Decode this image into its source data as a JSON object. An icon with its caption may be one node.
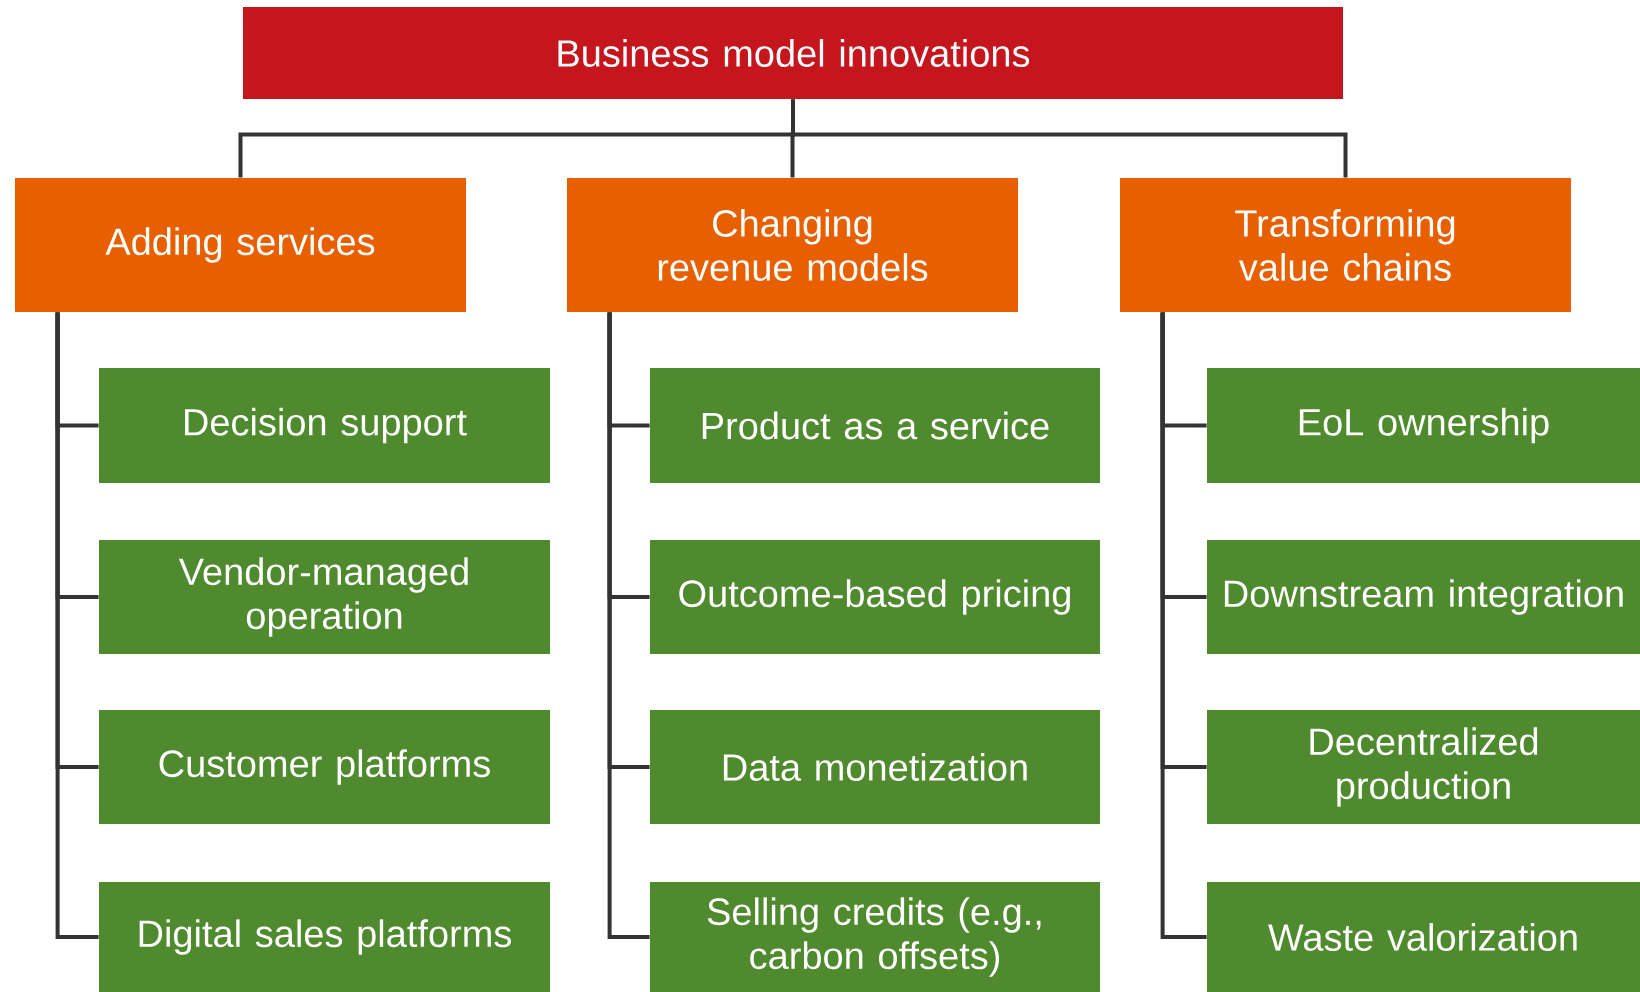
{
  "diagram": {
    "nodes": [
      {
        "text": [
          "Business model innovations"
        ]
      },
      {
        "text": [
          "Adding services"
        ]
      },
      {
        "text": [
          "Changing revenue models"
        ]
      },
      {
        "text": [
          "Transforming value chains"
        ]
      },
      {
        "text": [
          "Decision support"
        ]
      },
      {
        "text": [
          "Vendor-managed operation"
        ]
      },
      {
        "text": [
          "Customer platforms"
        ]
      },
      {
        "text": [
          "Digital sales platforms"
        ]
      },
      {
        "text": [
          "Product as a service"
        ]
      },
      {
        "text": [
          "Outcome-based pricing"
        ]
      },
      {
        "text": [
          "Data monetization"
        ]
      },
      {
        "text": [
          "Selling credits (e.g., carbon offsets)"
        ]
      },
      {
        "text": [
          "EoL ownership"
        ]
      },
      {
        "text": [
          "Downstream integration"
        ]
      },
      {
        "text": [
          "Decentralized production"
        ]
      },
      {
        "text": [
          "Waste valorization"
        ]
      }
    ],
    "edges": [
      {
        "from": 0,
        "to": 1,
        "arrow": "none"
      },
      {
        "from": 0,
        "to": 2,
        "arrow": "none"
      },
      {
        "from": 0,
        "to": 3,
        "arrow": "none"
      },
      {
        "from": 1,
        "to": 4,
        "arrow": "none"
      },
      {
        "from": 1,
        "to": 5,
        "arrow": "none"
      },
      {
        "from": 1,
        "to": 6,
        "arrow": "none"
      },
      {
        "from": 1,
        "to": 7,
        "arrow": "none"
      },
      {
        "from": 2,
        "to": 8,
        "arrow": "none"
      },
      {
        "from": 2,
        "to": 9,
        "arrow": "none"
      },
      {
        "from": 2,
        "to": 10,
        "arrow": "none"
      },
      {
        "from": 2,
        "to": 11,
        "arrow": "none"
      },
      {
        "from": 3,
        "to": 12,
        "arrow": "none"
      },
      {
        "from": 3,
        "to": 13,
        "arrow": "none"
      },
      {
        "from": 3,
        "to": 14,
        "arrow": "none"
      },
      {
        "from": 3,
        "to": 15,
        "arrow": "none"
      }
    ]
  }
}
